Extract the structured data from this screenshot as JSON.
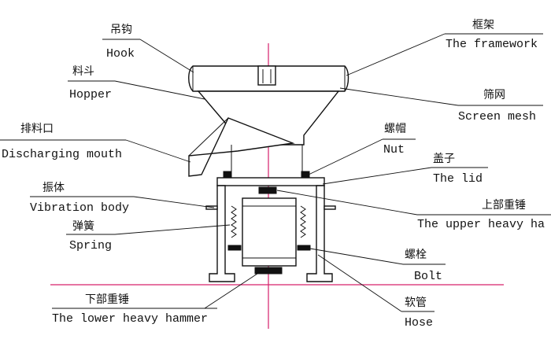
{
  "colors": {
    "ink": "#111111",
    "axis": "#d6206b",
    "background": "#ffffff"
  },
  "labels": {
    "hook": {
      "cn": "吊钩",
      "en": "Hook"
    },
    "hopper": {
      "cn": "料斗",
      "en": "Hopper"
    },
    "discharge": {
      "cn": "排料口",
      "en": "Discharging mouth"
    },
    "vibration": {
      "cn": "振体",
      "en": "Vibration body"
    },
    "spring": {
      "cn": "弹簧",
      "en": "Spring"
    },
    "lowerHammer": {
      "cn": "下部重锤",
      "en": "The lower heavy hammer"
    },
    "framework": {
      "cn": "框架",
      "en": "The framework"
    },
    "screen": {
      "cn": "筛网",
      "en": "Screen mesh"
    },
    "nut": {
      "cn": "螺帽",
      "en": "Nut"
    },
    "lid": {
      "cn": "盖子",
      "en": "The lid"
    },
    "upperHammer": {
      "cn": "上部重锤",
      "en": "The upper heavy ha"
    },
    "bolt": {
      "cn": "螺栓",
      "en": "Bolt"
    },
    "hose": {
      "cn": "软管",
      "en": "Hose"
    }
  }
}
